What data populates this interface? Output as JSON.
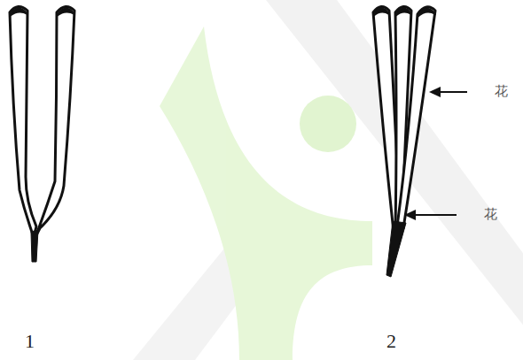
{
  "diagram": {
    "labels": [
      "1",
      "2",
      "花",
      "花"
    ]
  }
}
